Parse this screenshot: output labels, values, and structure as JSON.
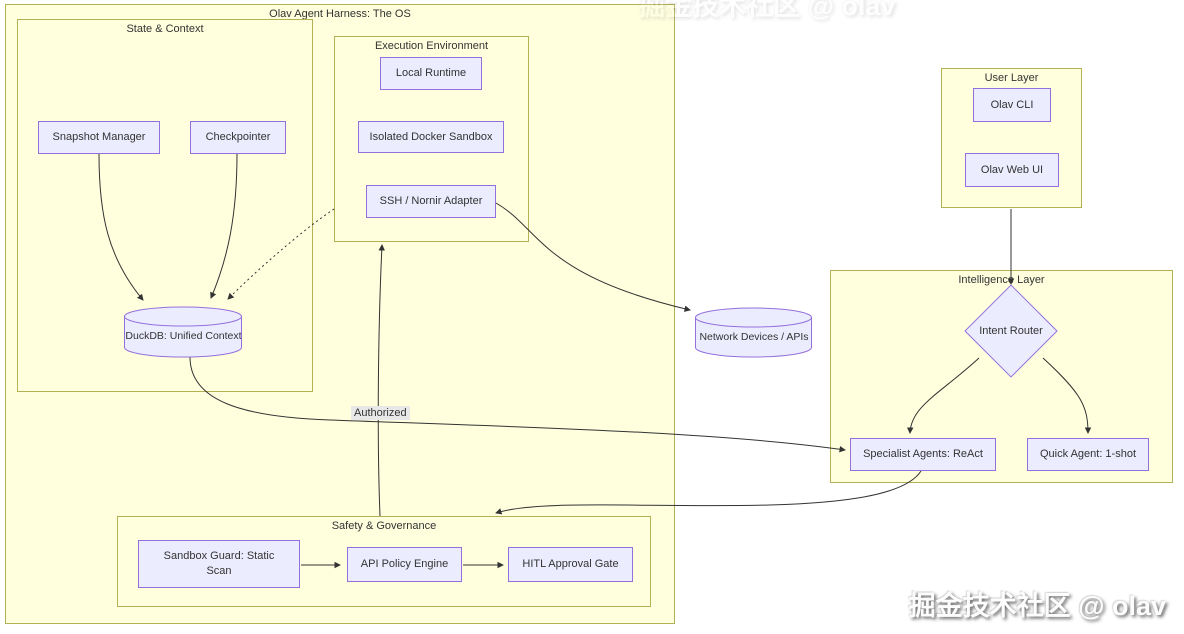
{
  "diagram": {
    "outer_title": "Olav Agent Harness: The OS",
    "groups": {
      "state": {
        "title": "State & Context"
      },
      "exec": {
        "title": "Execution Environment"
      },
      "safety": {
        "title": "Safety & Governance"
      },
      "user": {
        "title": "User Layer"
      },
      "intel": {
        "title": "Intelligence Layer"
      }
    },
    "nodes": {
      "snapshot": "Snapshot Manager",
      "checkpointer": "Checkpointer",
      "duckdb": "DuckDB: Unified Context",
      "local_runtime": "Local Runtime",
      "docker_sandbox": "Isolated Docker Sandbox",
      "ssh_adapter": "SSH / Nornir Adapter",
      "network_devices": "Network Devices / APIs",
      "olav_cli": "Olav CLI",
      "olav_web_ui": "Olav Web UI",
      "intent_router": "Intent Router",
      "specialist_agents": "Specialist Agents: ReAct",
      "quick_agent": "Quick Agent: 1-shot",
      "sandbox_guard": "Sandbox Guard: Static Scan",
      "api_policy": "API Policy Engine",
      "hitl_gate": "HITL Approval Gate"
    },
    "edge_labels": {
      "authorized": "Authorized"
    },
    "watermark": "掘金技术社区 @ olav",
    "colors": {
      "group_fill": "#ffffde",
      "group_border": "#b2b254",
      "node_fill": "#ECECFF",
      "node_border": "#9370DB",
      "edge": "#333333",
      "label_bg": "#e8e8e8",
      "text": "#333333"
    }
  }
}
